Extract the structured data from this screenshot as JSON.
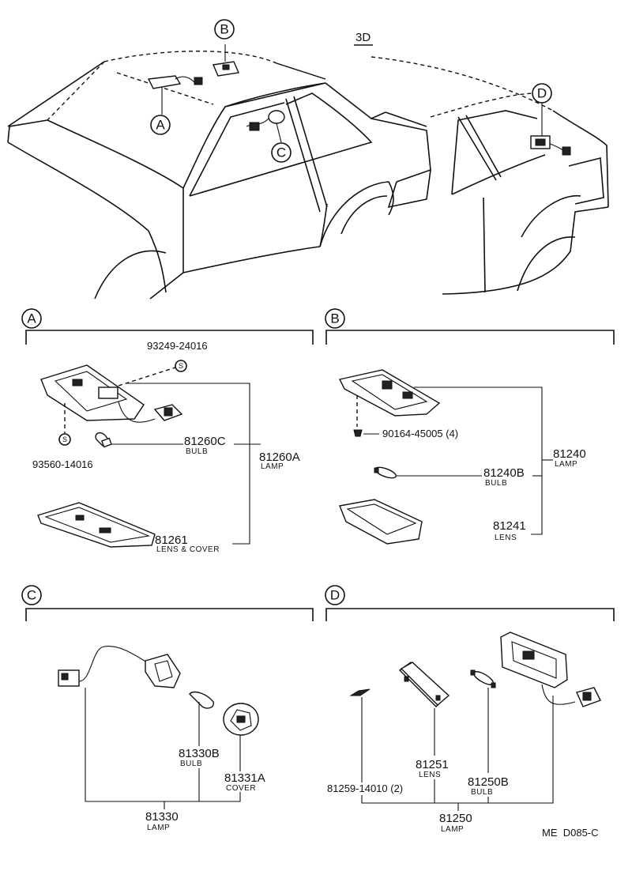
{
  "view_label": "3D",
  "callouts": {
    "a": "A",
    "b": "B",
    "c": "C",
    "d": "D"
  },
  "screw_symbol": "S",
  "section_a": {
    "screw_top": "93249-24016",
    "screw_bottom": "93560-14016",
    "bulb_pn": "81260C",
    "bulb_desc": "BULB",
    "lamp_pn": "81260A",
    "lamp_desc": "LAMP",
    "lens_pn": "81261",
    "lens_desc": "LENS & COVER"
  },
  "section_b": {
    "screw": "90164-45005 (4)",
    "lamp_pn": "81240",
    "lamp_desc": "LAMP",
    "bulb_pn": "81240B",
    "bulb_desc": "BULB",
    "lens_pn": "81241",
    "lens_desc": "LENS"
  },
  "section_c": {
    "bulb_pn": "81330B",
    "bulb_desc": "BULB",
    "cover_pn": "81331A",
    "cover_desc": "COVER",
    "lamp_pn": "81330",
    "lamp_desc": "LAMP"
  },
  "section_d": {
    "screw": "81259-14010 (2)",
    "lens_pn": "81251",
    "lens_desc": "LENS",
    "bulb_pn": "81250B",
    "bulb_desc": "BULB",
    "lamp_pn": "81250",
    "lamp_desc": "LAMP"
  },
  "footer_code": "ME  D085-C"
}
